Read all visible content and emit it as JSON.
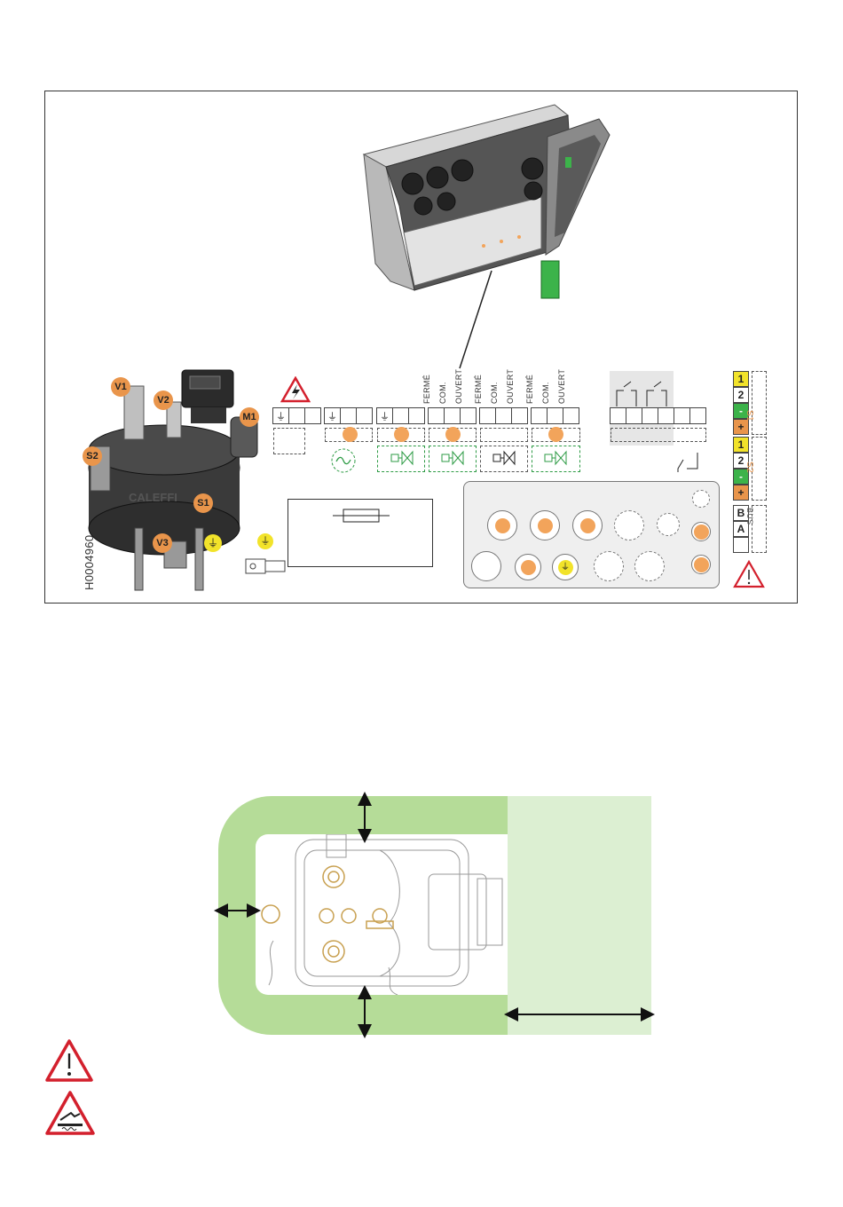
{
  "figure_code": "H0004960",
  "callouts": [
    "V1",
    "V2",
    "M1",
    "S2",
    "S1",
    "V3"
  ],
  "terminal_labels": {
    "group1": [
      "FERMÉ",
      "COM.",
      "OUVERT"
    ],
    "group2": [
      "FERMÉ",
      "COM.",
      "OUVERT"
    ],
    "group3": [
      "FERMÉ",
      "COM.",
      "OUVERT"
    ]
  },
  "sensor_strips": {
    "s1": {
      "label": "S1",
      "cells": [
        "1",
        "2",
        "-",
        "+"
      ]
    },
    "s2": {
      "label": "S2",
      "cells": [
        "1",
        "2",
        "-",
        "+"
      ]
    },
    "bus": {
      "label": "BUS",
      "cells": [
        "B",
        "A",
        ""
      ]
    }
  },
  "colors": {
    "orange": "#e9954b",
    "yellow": "#f2e32a",
    "green_dark": "#b5dc98",
    "green_light": "#dcefd2",
    "warning_red": "#d3202d"
  },
  "icons": [
    "high-voltage-warning-icon",
    "ground-icon",
    "ac-supply-icon",
    "valve-icon",
    "fuse-icon",
    "warning-icon",
    "hot-surface-warning-icon"
  ]
}
